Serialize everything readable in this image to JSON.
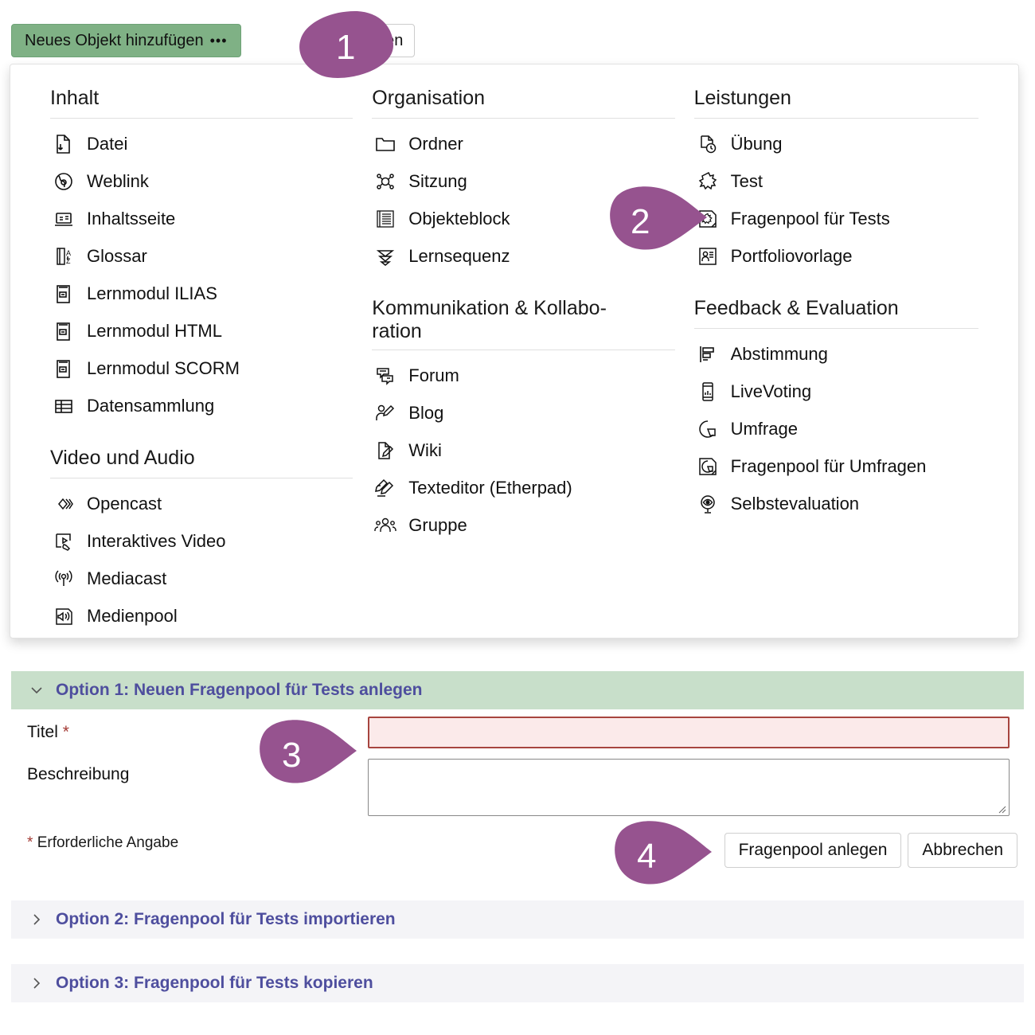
{
  "toolbar": {
    "add_object_button": "Neues Objekt hinzufügen",
    "add_object_dots": "•••",
    "manage_button": "alten"
  },
  "colors": {
    "accent_green": "#7fb185",
    "callout_purple": "#96538f",
    "panel_header_green": "#c8dfca",
    "option_link": "#4e4e9e",
    "error_red": "#a7453f",
    "error_field_bg": "#fbeaea"
  },
  "panel": {
    "groups": [
      {
        "title": "Inhalt",
        "column": 1,
        "items": [
          {
            "label": "Datei",
            "icon": "file-download-icon"
          },
          {
            "label": "Weblink",
            "icon": "globe-icon"
          },
          {
            "label": "Inhaltsseite",
            "icon": "content-page-icon"
          },
          {
            "label": "Glossar",
            "icon": "glossary-az-icon"
          },
          {
            "label": "Lernmodul ILIAS",
            "icon": "learning-module-icon"
          },
          {
            "label": "Lernmodul HTML",
            "icon": "learning-module-icon"
          },
          {
            "label": "Lernmodul SCORM",
            "icon": "learning-module-icon"
          },
          {
            "label": "Datensammlung",
            "icon": "table-icon"
          }
        ]
      },
      {
        "title": "Video und Audio",
        "column": 1,
        "items": [
          {
            "label": "Opencast",
            "icon": "opencast-diamond-icon"
          },
          {
            "label": "Interaktives Video",
            "icon": "interactive-video-icon"
          },
          {
            "label": "Mediacast",
            "icon": "broadcast-icon"
          },
          {
            "label": "Medienpool",
            "icon": "speaker-icon"
          }
        ]
      },
      {
        "title": "Organisation",
        "column": 2,
        "items": [
          {
            "label": "Ordner",
            "icon": "folder-icon"
          },
          {
            "label": "Sitzung",
            "icon": "session-nodes-icon"
          },
          {
            "label": "Objekteblock",
            "icon": "object-block-icon"
          },
          {
            "label": "Lernsequenz",
            "icon": "learning-sequence-icon"
          }
        ]
      },
      {
        "title": "Kommunikation & Kollabo-\nration",
        "title_line1": "Kommunikation & Kollabo-",
        "title_line2": "ration",
        "column": 2,
        "items": [
          {
            "label": "Forum",
            "icon": "forum-icon"
          },
          {
            "label": "Blog",
            "icon": "blog-icon"
          },
          {
            "label": "Wiki",
            "icon": "wiki-icon"
          },
          {
            "label": "Texteditor (Etherpad)",
            "icon": "etherpad-icon"
          },
          {
            "label": "Gruppe",
            "icon": "group-icon"
          }
        ]
      },
      {
        "title": "Leistungen",
        "column": 3,
        "items": [
          {
            "label": "Übung",
            "icon": "exercise-clock-icon"
          },
          {
            "label": "Test",
            "icon": "test-puzzle-icon"
          },
          {
            "label": "Fragenpool für Tests",
            "icon": "question-pool-tests-icon"
          },
          {
            "label": "Portfoliovorlage",
            "icon": "portfolio-template-icon"
          }
        ]
      },
      {
        "title": "Feedback & Evaluation",
        "column": 3,
        "items": [
          {
            "label": "Abstimmung",
            "icon": "poll-bars-icon"
          },
          {
            "label": "LiveVoting",
            "icon": "mobile-chart-icon"
          },
          {
            "label": "Umfrage",
            "icon": "survey-pie-icon"
          },
          {
            "label": "Fragenpool für Umfragen",
            "icon": "question-pool-surveys-icon"
          },
          {
            "label": "Selbstevaluation",
            "icon": "self-evaluation-eye-icon"
          }
        ]
      }
    ]
  },
  "form": {
    "option1_header": "Option 1: Neuen Fragenpool für Tests anlegen",
    "option2_header": "Option 2: Fragenpool für Tests importieren",
    "option3_header": "Option 3: Fragenpool für Tests kopieren",
    "title_label": "Titel",
    "title_required_mark": "*",
    "title_value": "",
    "description_label": "Beschreibung",
    "description_value": "",
    "required_note_mark": "*",
    "required_note": "Erforderliche Angabe",
    "submit_button": "Fragenpool anlegen",
    "cancel_button": "Abbrechen"
  },
  "callouts": [
    {
      "number": "1"
    },
    {
      "number": "2"
    },
    {
      "number": "3"
    },
    {
      "number": "4"
    }
  ]
}
